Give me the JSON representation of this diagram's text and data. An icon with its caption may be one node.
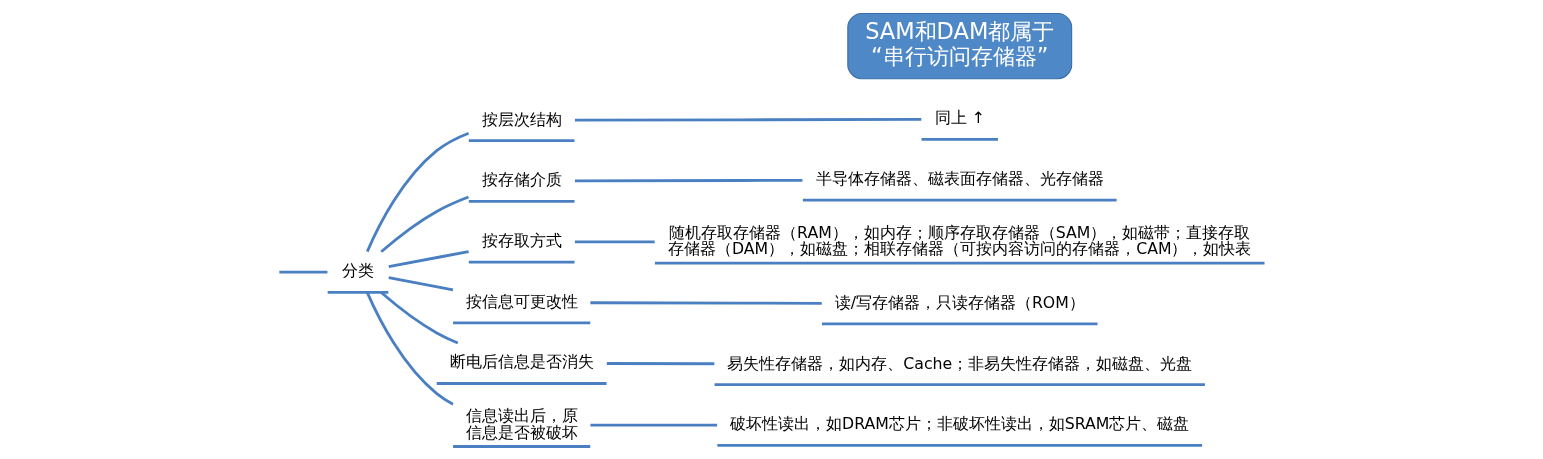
{
  "diagram": {
    "nodes": [
      {
        "text": [
          "分类"
        ]
      },
      {
        "text": [
          "按层次结构"
        ]
      },
      {
        "text": [
          "同上 ↑"
        ]
      },
      {
        "text": [
          "按存储介质"
        ]
      },
      {
        "text": [
          "半导体存储器、磁表面存储器、光存储器"
        ]
      },
      {
        "text": [
          "按存取方式"
        ]
      },
      {
        "text": [
          "随机存取存储器（RAM），如内存；顺序存取存储器（SAM），如磁带；直接存取存储器（DAM），如磁盘；相联存储器（可按内容访问的存储器，CAM），如快表"
        ]
      },
      {
        "text": [
          "按信息可更改性"
        ]
      },
      {
        "text": [
          "读/写存储器，只读存储器（ROM）"
        ]
      },
      {
        "text": [
          "断电后信息是否消失"
        ]
      },
      {
        "text": [
          "易失性存储器，如内存、Cache；非易失性存储器，如磁盘、光盘"
        ]
      },
      {
        "text": [
          "信息读出后，原信息是否被破坏"
        ]
      },
      {
        "text": [
          "破坏性读出，如DRAM芯片；非破坏性读出，如SRAM芯片、磁盘"
        ]
      },
      {
        "text": [
          "SAM和DAM都属于“串行访问存储器”"
        ]
      }
    ],
    "edges": [
      {
        "from": null,
        "to": 0,
        "arrow": "none"
      },
      {
        "from": 0,
        "to": 1,
        "arrow": "none"
      },
      {
        "from": 0,
        "to": 3,
        "arrow": "none"
      },
      {
        "from": 0,
        "to": 5,
        "arrow": "none"
      },
      {
        "from": 0,
        "to": 7,
        "arrow": "none"
      },
      {
        "from": 0,
        "to": 9,
        "arrow": "none"
      },
      {
        "from": 0,
        "to": 11,
        "arrow": "none"
      },
      {
        "from": 1,
        "to": 2,
        "arrow": "none"
      },
      {
        "from": 3,
        "to": 4,
        "arrow": "none"
      },
      {
        "from": 5,
        "to": 6,
        "arrow": "none"
      },
      {
        "from": 7,
        "to": 8,
        "arrow": "none"
      },
      {
        "from": 9,
        "to": 10,
        "arrow": "none"
      },
      {
        "from": 11,
        "to": 12,
        "arrow": "none"
      }
    ]
  }
}
